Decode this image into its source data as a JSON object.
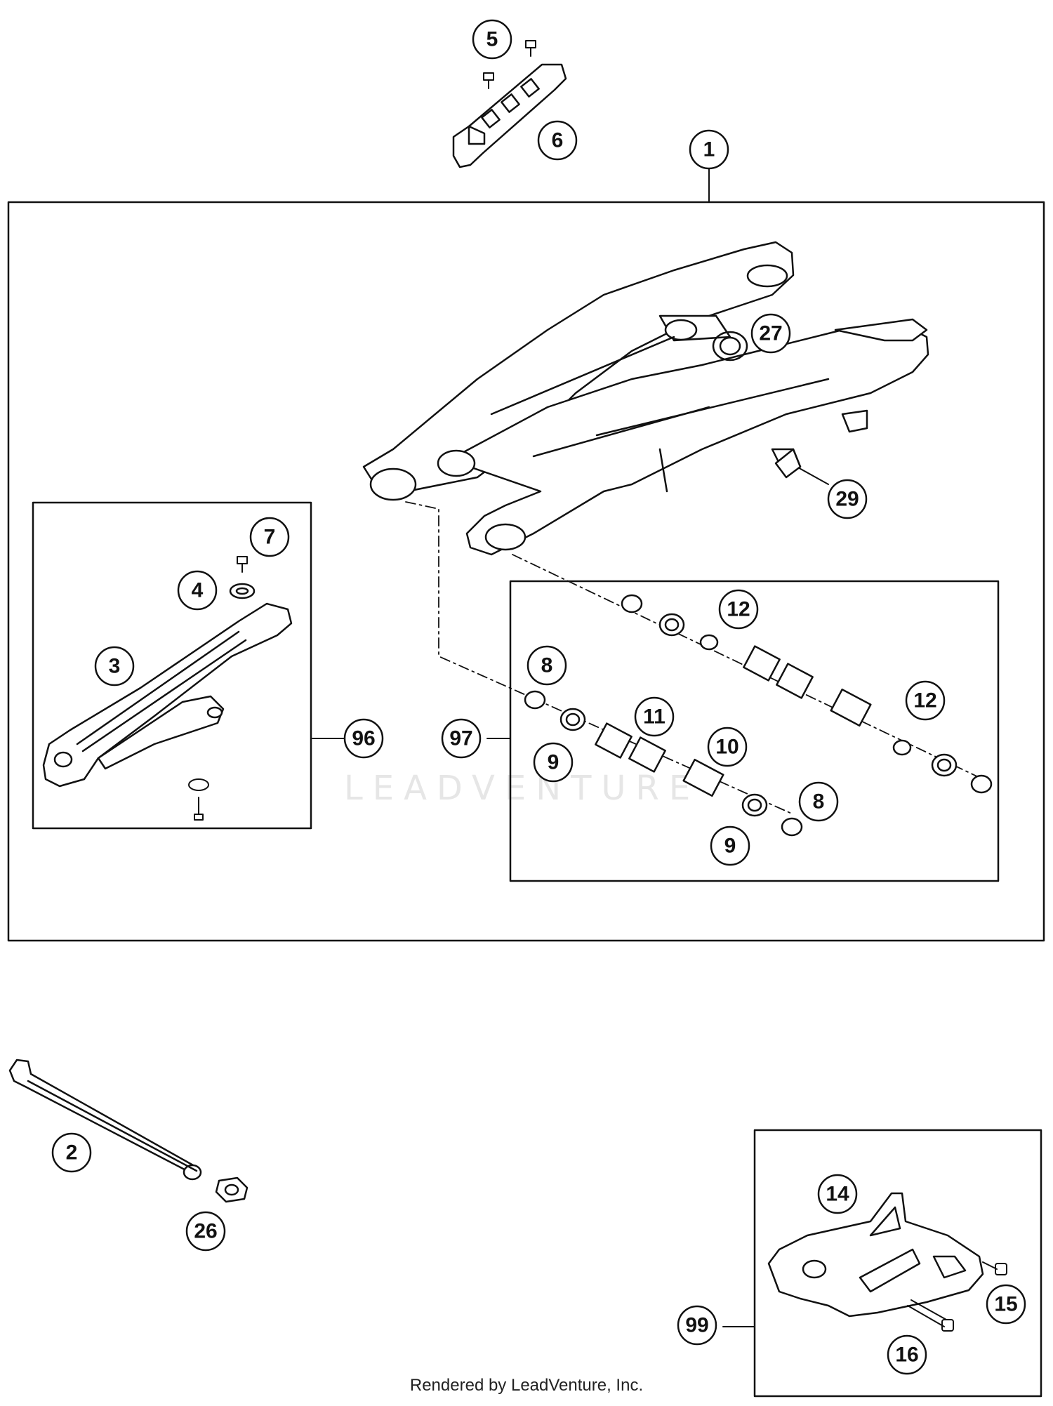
{
  "watermark": "LEADVENTURE",
  "footer": "Rendered by LeadVenture, Inc.",
  "callouts": {
    "c1": "1",
    "c2": "2",
    "c3": "3",
    "c4": "4",
    "c5": "5",
    "c6": "6",
    "c7": "7",
    "c8a": "8",
    "c8b": "8",
    "c9a": "9",
    "c9b": "9",
    "c10": "10",
    "c11": "11",
    "c12a": "12",
    "c12b": "12",
    "c14": "14",
    "c15": "15",
    "c16": "16",
    "c26": "26",
    "c27": "27",
    "c29": "29",
    "c96": "96",
    "c97": "97",
    "c99": "99"
  }
}
